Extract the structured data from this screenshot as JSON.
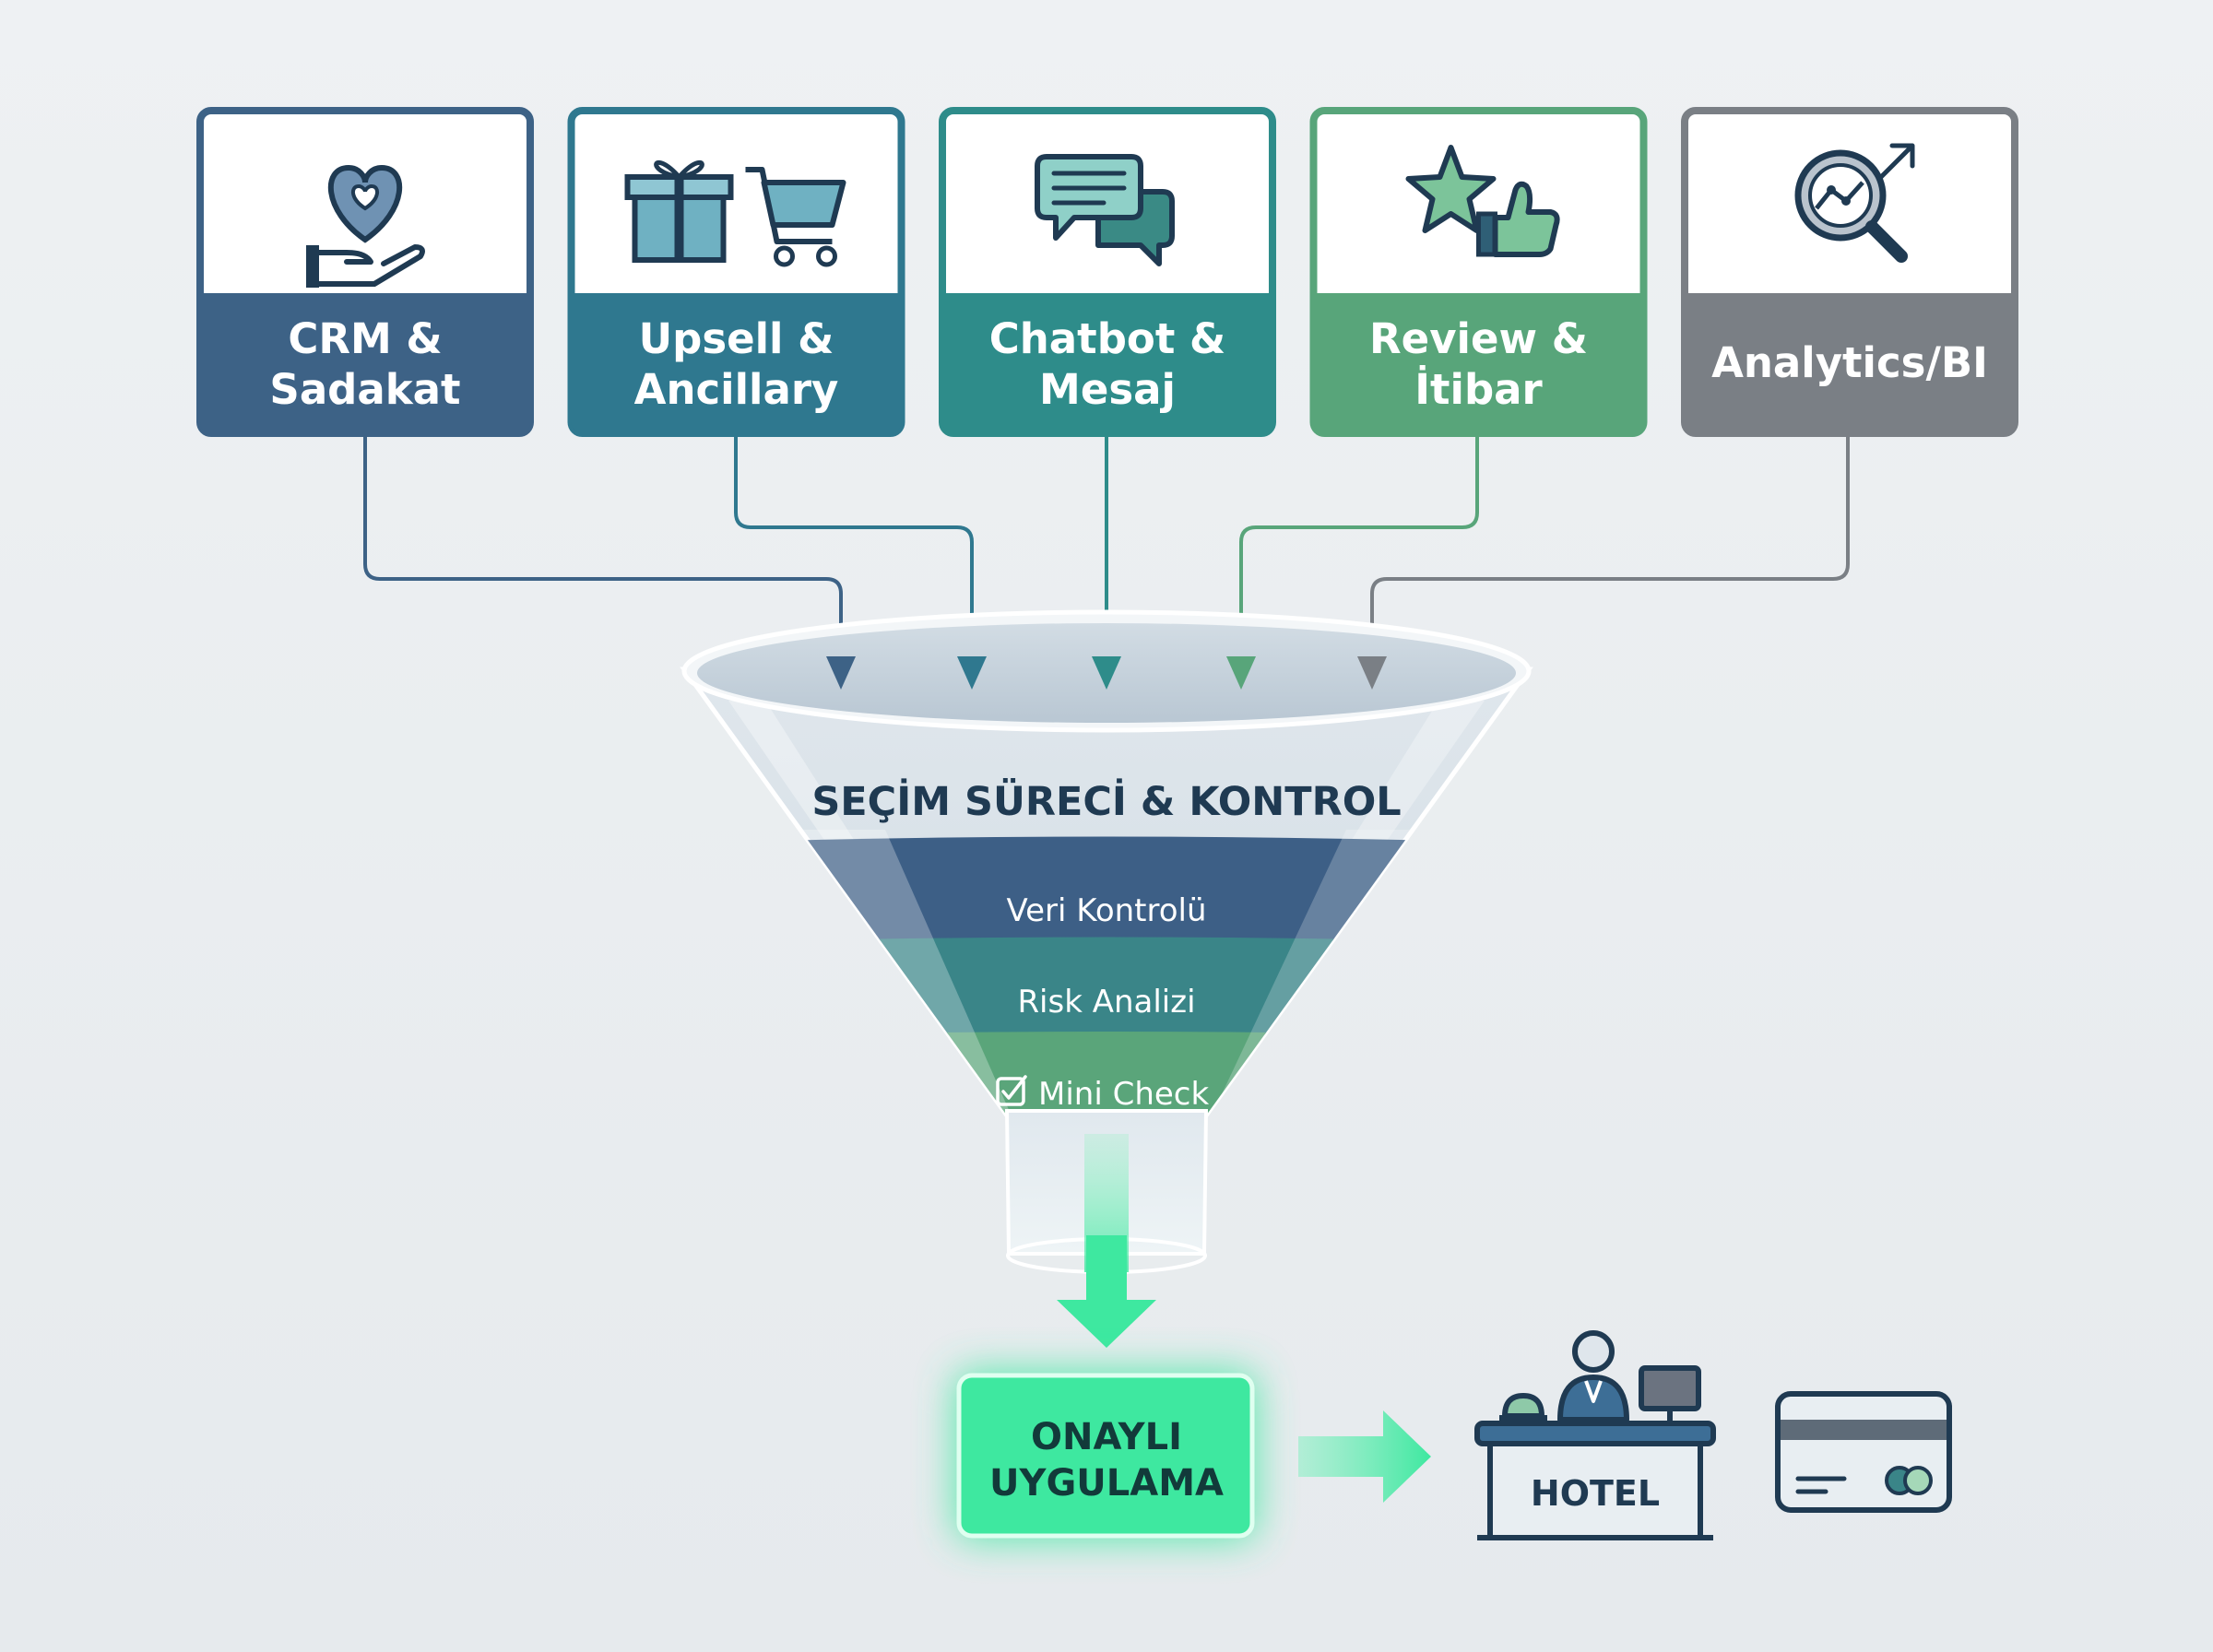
{
  "sources": [
    {
      "id": "crm",
      "line1": "CRM &",
      "line2": "Sadakat",
      "icon": "heart-hand-icon",
      "color": "#3d6286"
    },
    {
      "id": "upsell",
      "line1": "Upsell &",
      "line2": "Ancillary",
      "icon": "gift-cart-icon",
      "color": "#2f788f"
    },
    {
      "id": "chatbot",
      "line1": "Chatbot &",
      "line2": "Mesaj",
      "icon": "chat-bubbles-icon",
      "color": "#2e8c8a"
    },
    {
      "id": "review",
      "line1": "Review &",
      "line2": "İtibar",
      "icon": "star-thumbs-up-icon",
      "color": "#58a57a"
    },
    {
      "id": "analytics",
      "line1": "Analytics/BI",
      "line2": "",
      "icon": "analytics-magnifier-icon",
      "color": "#7a7f85"
    }
  ],
  "funnel": {
    "title": "SEÇİM SÜRECİ & KONTROL",
    "stages": [
      {
        "label": "Veri Kontrolü",
        "color": "#3d5f86"
      },
      {
        "label": "Risk Analizi",
        "color": "#3a8588"
      },
      {
        "label": "Mini Check",
        "color": "#5aa57a",
        "icon": "checkbox-icon"
      }
    ]
  },
  "approved": {
    "line1": "ONAYLI",
    "line2": "UYGULAMA",
    "color": "#3ee8a0"
  },
  "hotel": {
    "label": "HOTEL",
    "icon": "hotel-reception-icon"
  },
  "payment": {
    "icon": "credit-card-icon"
  }
}
